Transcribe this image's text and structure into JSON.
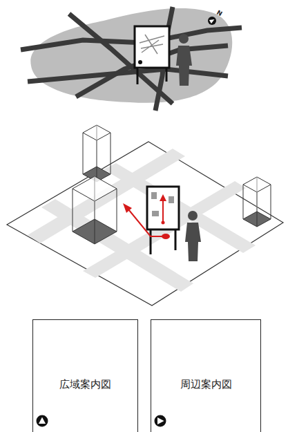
{
  "diagram": {
    "nodes": [
      {
        "text": [
          "広域案内図"
        ]
      },
      {
        "text": [
          "周辺案内図"
        ]
      }
    ],
    "labels": [
      "N"
    ]
  }
}
